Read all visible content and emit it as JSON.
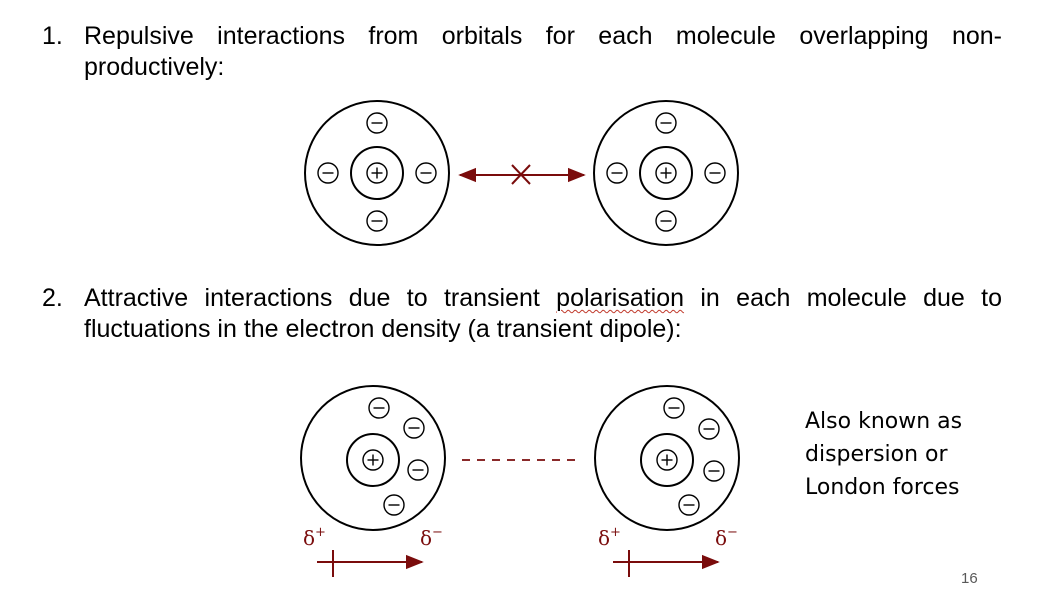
{
  "items": [
    {
      "number": "1.",
      "line1": "Repulsive interactions from orbitals for each molecule overlapping non-",
      "line2": "productively:"
    },
    {
      "number": "2.",
      "line1_pre": "Attractive interactions due to transient ",
      "line1_word": "polarisation",
      "line1_post": " in each molecule due to",
      "line2": "fluctuations in the electron density (a transient dipole):"
    }
  ],
  "dipole_labels": {
    "positive": "δ+",
    "negative": "δ−"
  },
  "side_note": [
    "Also known as",
    "dispersion or",
    "London forces"
  ],
  "page_number": "16",
  "colors": {
    "arrow": "#7a0c0c",
    "wavy_underline": "#c0392b"
  }
}
